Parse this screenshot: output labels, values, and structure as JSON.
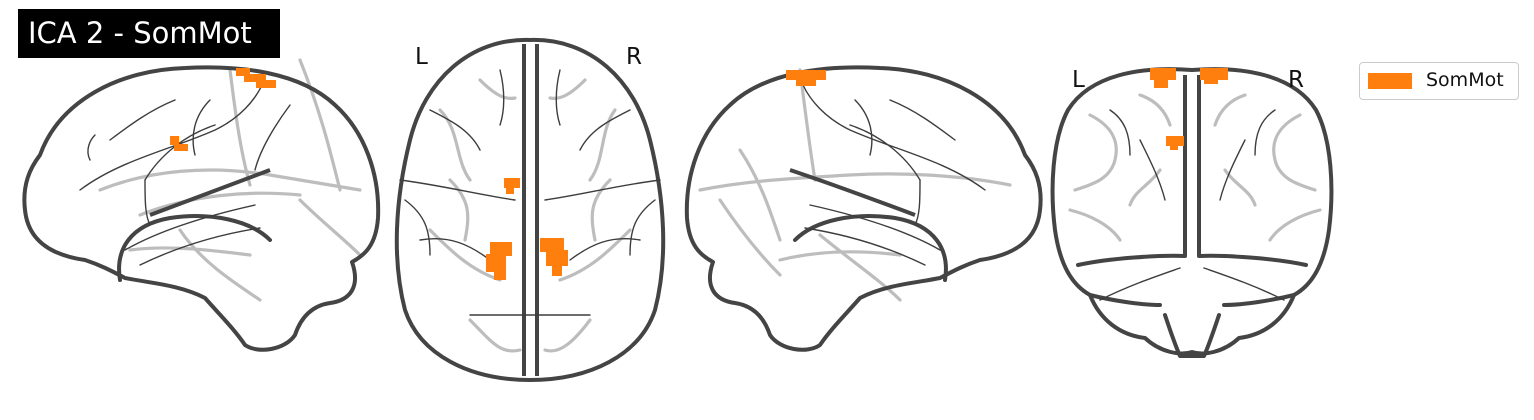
{
  "figure": {
    "title": "ICA 2 - SomMot",
    "legend": {
      "label": "SomMot",
      "color": "#ff7f0e"
    },
    "views": [
      {
        "name": "sagittal-left",
        "orientation_labels": []
      },
      {
        "name": "axial",
        "orientation_labels": [
          "L",
          "R"
        ]
      },
      {
        "name": "sagittal-right",
        "orientation_labels": []
      },
      {
        "name": "coronal",
        "orientation_labels": [
          "L",
          "R"
        ]
      }
    ],
    "colors": {
      "outline": "#444444",
      "ghost": "#bdbdbd",
      "activation": "#ff7f0e",
      "title_bg": "#000000",
      "title_text": "#ffffff"
    }
  }
}
